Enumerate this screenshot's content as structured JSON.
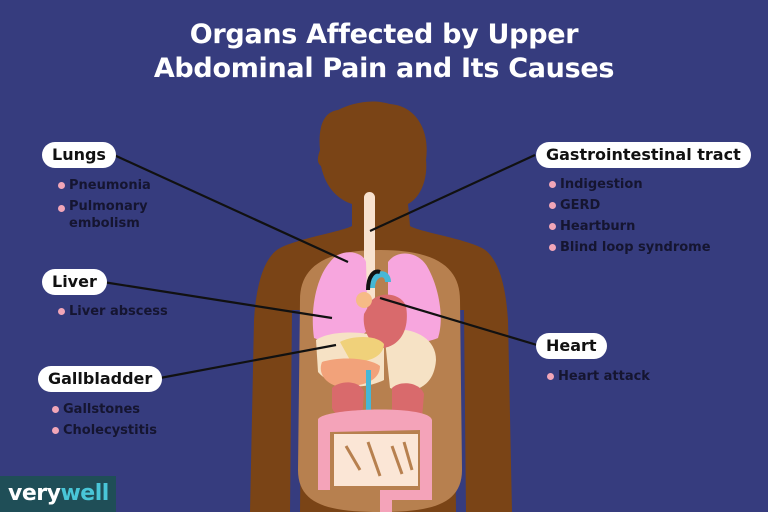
{
  "title": {
    "line1": "Organs Affected by Upper",
    "line2": "Abdominal Pain and Its Causes"
  },
  "organs": {
    "lungs": {
      "label": "Lungs",
      "causes": [
        "Pneumonia",
        "Pulmonary embolism"
      ]
    },
    "liver": {
      "label": "Liver",
      "causes": [
        "Liver abscess"
      ]
    },
    "gallbladder": {
      "label": "Gallbladder",
      "causes": [
        "Gallstones",
        "Cholecystitis"
      ]
    },
    "gi_tract": {
      "label": "Gastrointestinal tract",
      "causes": [
        "Indigestion",
        "GERD",
        "Heartburn",
        "Blind loop syndrome"
      ]
    },
    "heart": {
      "label": "Heart",
      "causes": [
        "Heart attack"
      ]
    }
  },
  "lungs_causes_multiline": {
    "line1": "Pulmonary",
    "line2": "embolism"
  },
  "brand": {
    "part1": "very",
    "part2": "well"
  },
  "colors": {
    "background": "#363c7e",
    "silhouette": "#7a4416",
    "torso_cavity": "#b7804f",
    "lungs": "#f7a6de",
    "heart": "#d96a6c",
    "liver_stomach": "#f6e2c5",
    "esophagus": "#f8e2cf",
    "bullet": "#f2a6b8",
    "brand_bg": "#1f4e57",
    "brand_accent": "#49c6d8"
  }
}
